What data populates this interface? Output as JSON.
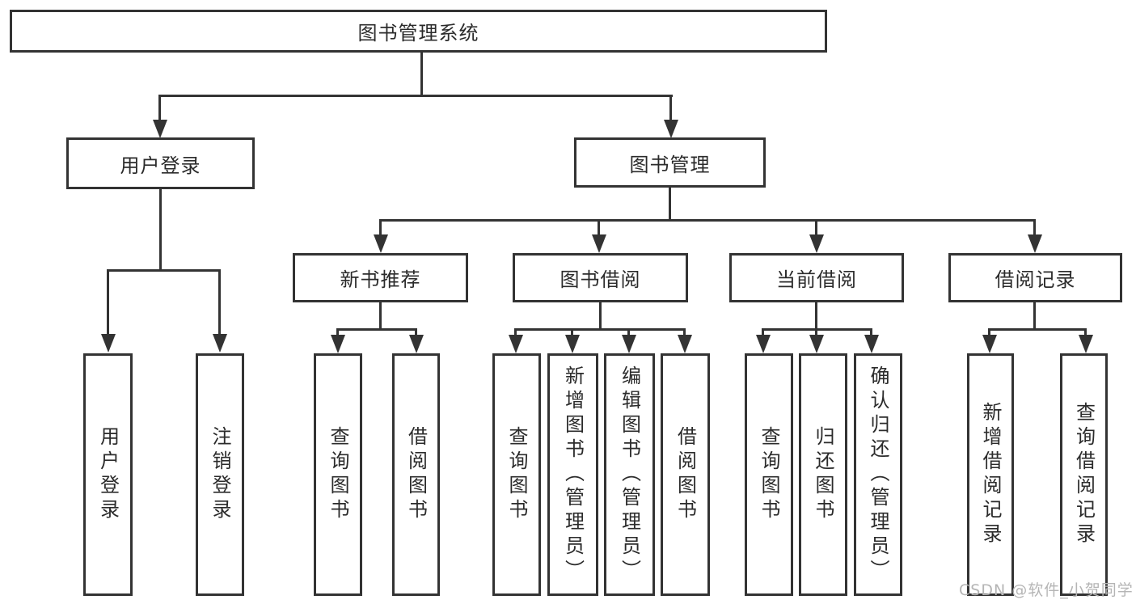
{
  "tree": {
    "root": "图书管理系统",
    "level2": [
      "用户登录",
      "图书管理"
    ],
    "level3": [
      "新书推荐",
      "图书借阅",
      "当前借阅",
      "借阅记录"
    ],
    "leaves": {
      "user_login": [
        "用户登录",
        "注销登录"
      ],
      "new_book": [
        "查询图书",
        "借阅图书"
      ],
      "book_borrow": [
        "查询图书",
        "新增图书（管理员）",
        "编辑图书（管理员）",
        "借阅图书"
      ],
      "current_borrow": [
        "查询图书",
        "归还图书",
        "确认归还（管理员）"
      ],
      "borrow_record": [
        "新增借阅记录",
        "查询借阅记录"
      ]
    }
  },
  "watermark": {
    "text": "CSDN @软件_小贺同学"
  },
  "colors": {
    "border": "#333333",
    "line": "#333333",
    "text": "#2b2b2b",
    "watermark": "#b5b5b5",
    "background": "#ffffff"
  }
}
